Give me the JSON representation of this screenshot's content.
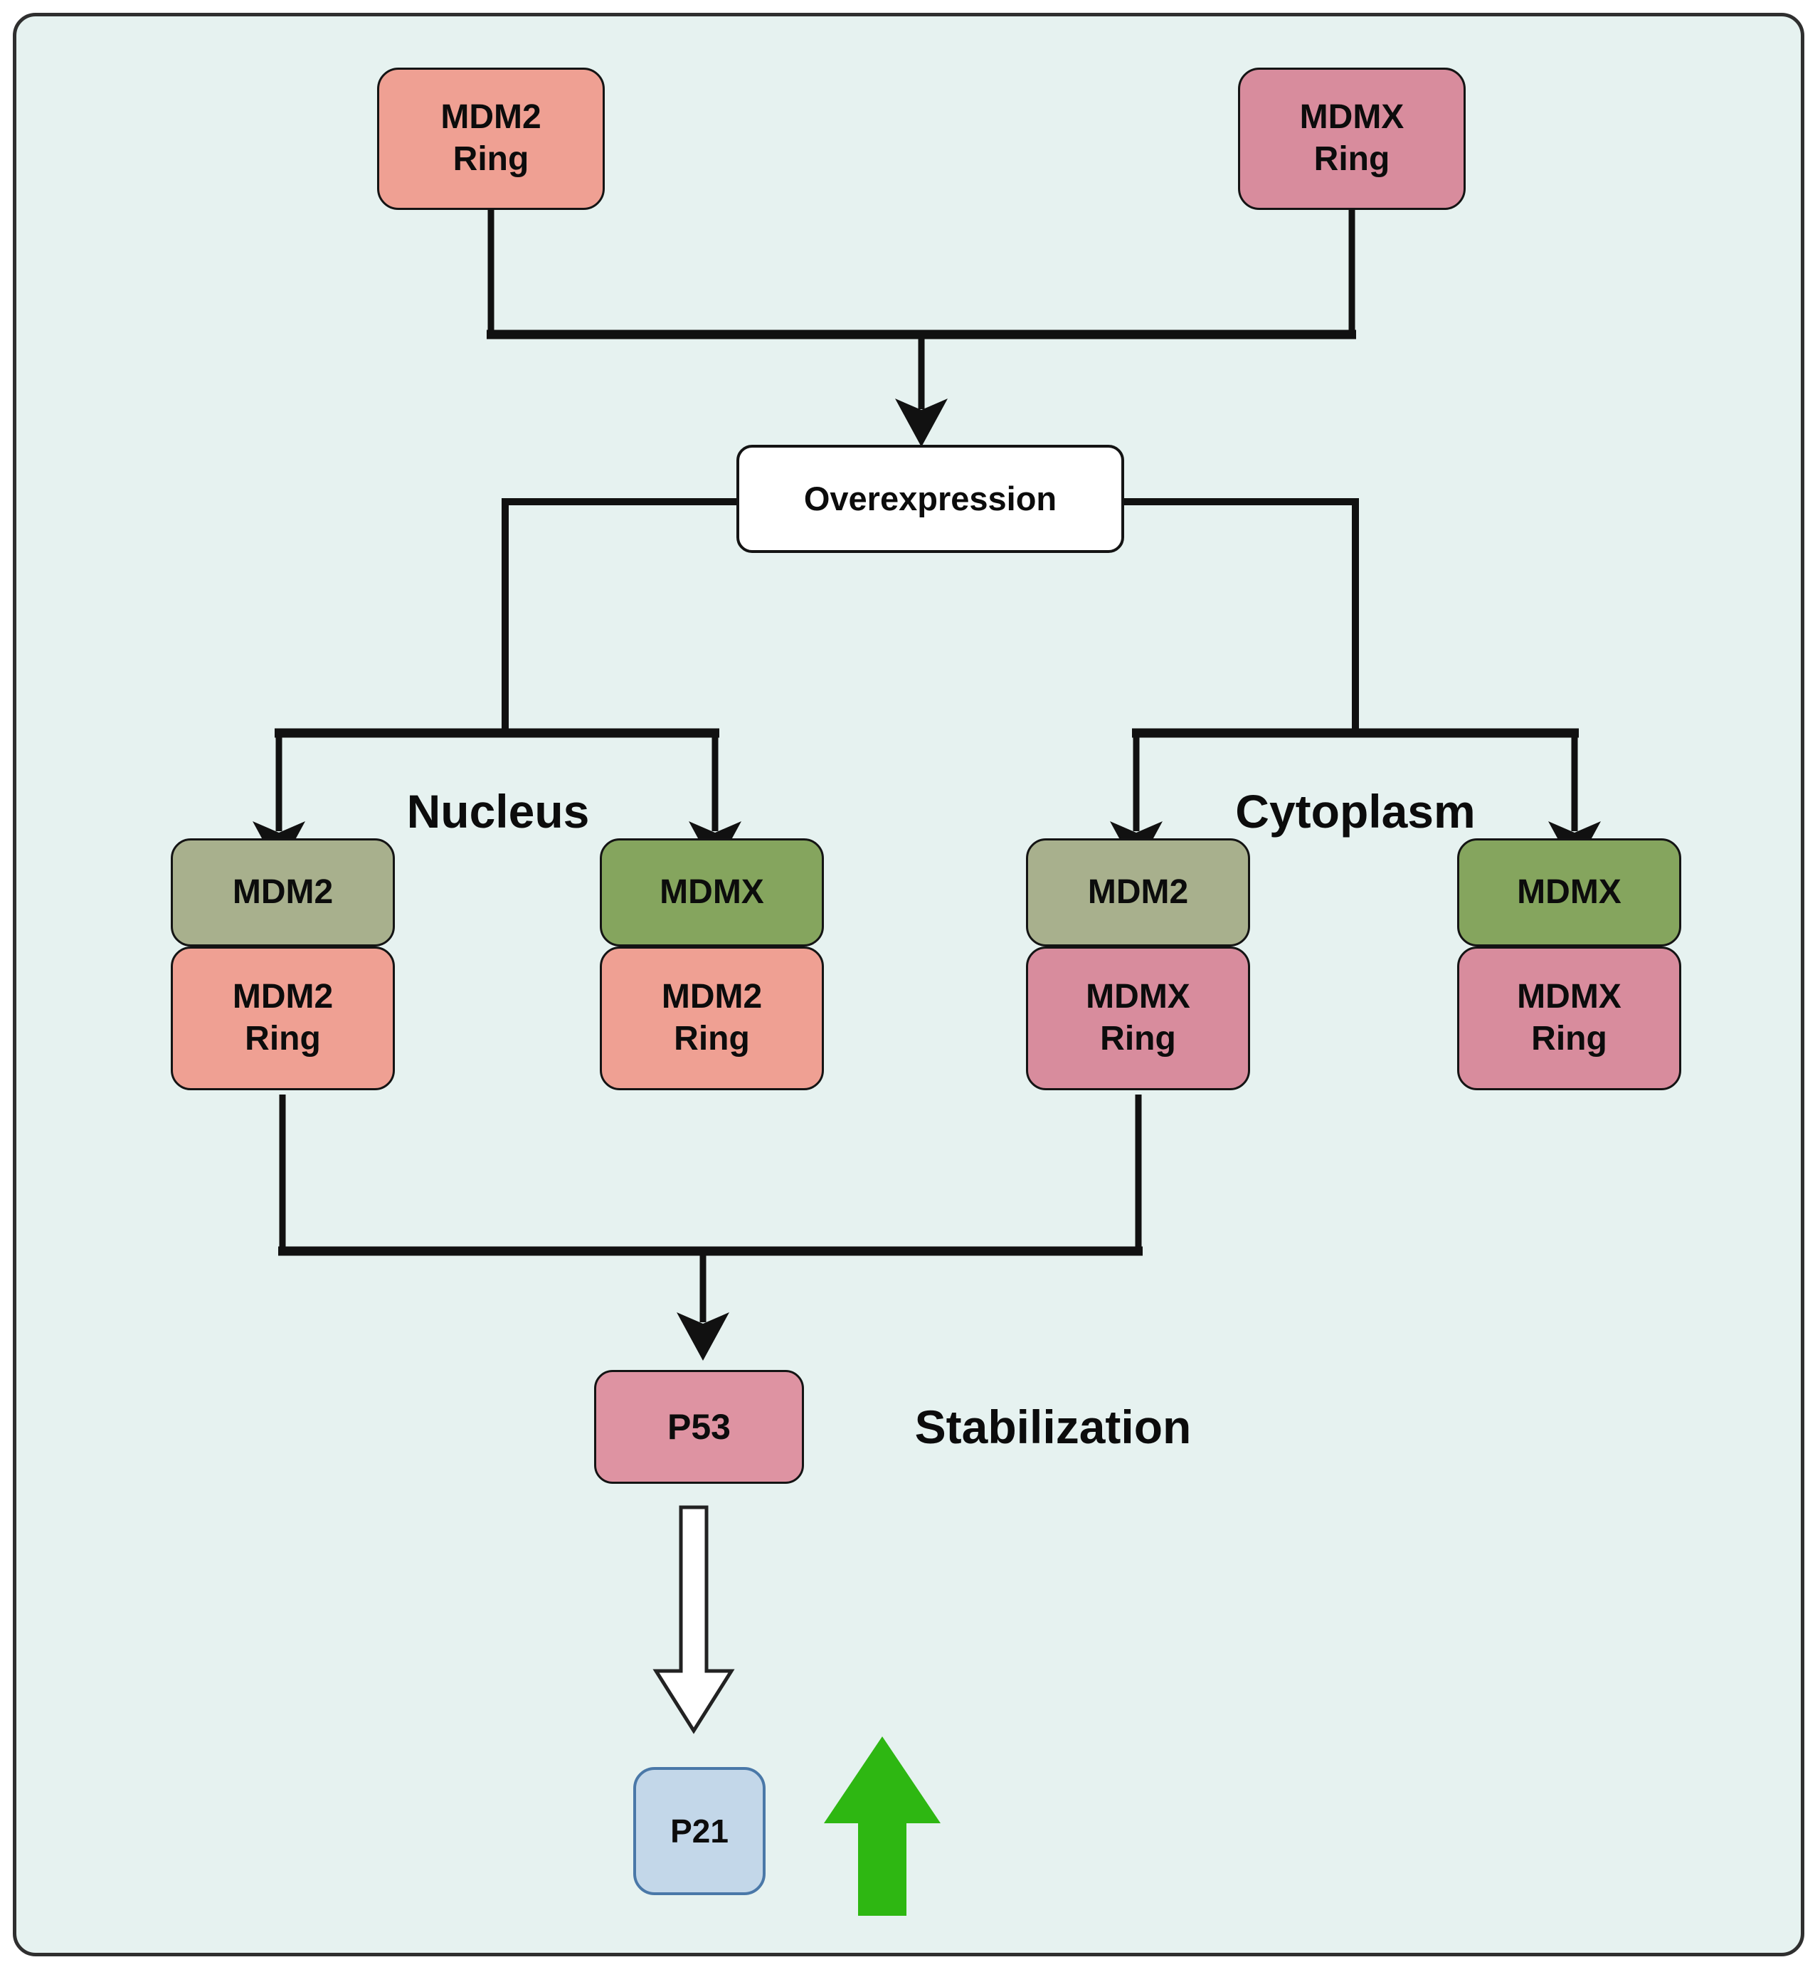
{
  "panel": {
    "bg": "#e6f2f0",
    "border": "#2f2f2f"
  },
  "line_color": "#111111",
  "source_boxes": [
    {
      "label": "MDM2\nRing",
      "fill": "#efa093"
    },
    {
      "label": "MDMX\nRing",
      "fill": "#d88c9d"
    }
  ],
  "overexpression": {
    "label": "Overexpression",
    "fill": "#ffffff"
  },
  "compartment_labels": {
    "nucleus": "Nucleus",
    "cytoplasm": "Cytoplasm"
  },
  "complexes": [
    {
      "top": {
        "label": "MDM2",
        "fill": "#a8b08d"
      },
      "bottom": {
        "label": "MDM2\nRing",
        "fill": "#efa093"
      }
    },
    {
      "top": {
        "label": "MDMX",
        "fill": "#85a55e"
      },
      "bottom": {
        "label": "MDM2\nRing",
        "fill": "#efa093"
      }
    },
    {
      "top": {
        "label": "MDM2",
        "fill": "#a8b08d"
      },
      "bottom": {
        "label": "MDMX\nRing",
        "fill": "#d88c9d"
      }
    },
    {
      "top": {
        "label": "MDMX",
        "fill": "#85a55e"
      },
      "bottom": {
        "label": "MDMX\nRing",
        "fill": "#d88c9d"
      }
    }
  ],
  "p53": {
    "label": "P53",
    "fill": "#de93a2"
  },
  "stabilization": {
    "label": "Stabilization"
  },
  "p21": {
    "label": "P21",
    "fill": "#c3d7e9",
    "border": "#4a78a8"
  },
  "arrows": {
    "up_arrow_fill": "#2eb712",
    "outline_arrow_fill": "#ffffff",
    "outline_arrow_stroke": "#222222"
  }
}
